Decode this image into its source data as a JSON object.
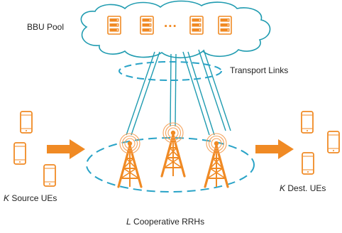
{
  "bbu_pool_label": "BBU Pool",
  "bbu_ellipsis": "...",
  "transport_label": "Transport Links",
  "source_count_symbol": "K",
  "source_label": "Source UEs",
  "dest_count_symbol": "K",
  "dest_label": "Dest. UEs",
  "rrh_count_symbol": "L",
  "rrh_label": "Cooperative RRHs",
  "colors": {
    "accent": "#f08a24",
    "link": "#1f9bb0",
    "dashed": "#29a3c7",
    "text": "#222222"
  },
  "icons": {
    "server": "server-icon",
    "tower": "rrh-tower-icon",
    "phone": "phone-icon",
    "arrow": "arrow-right-icon",
    "cloud": "cloud-icon"
  }
}
